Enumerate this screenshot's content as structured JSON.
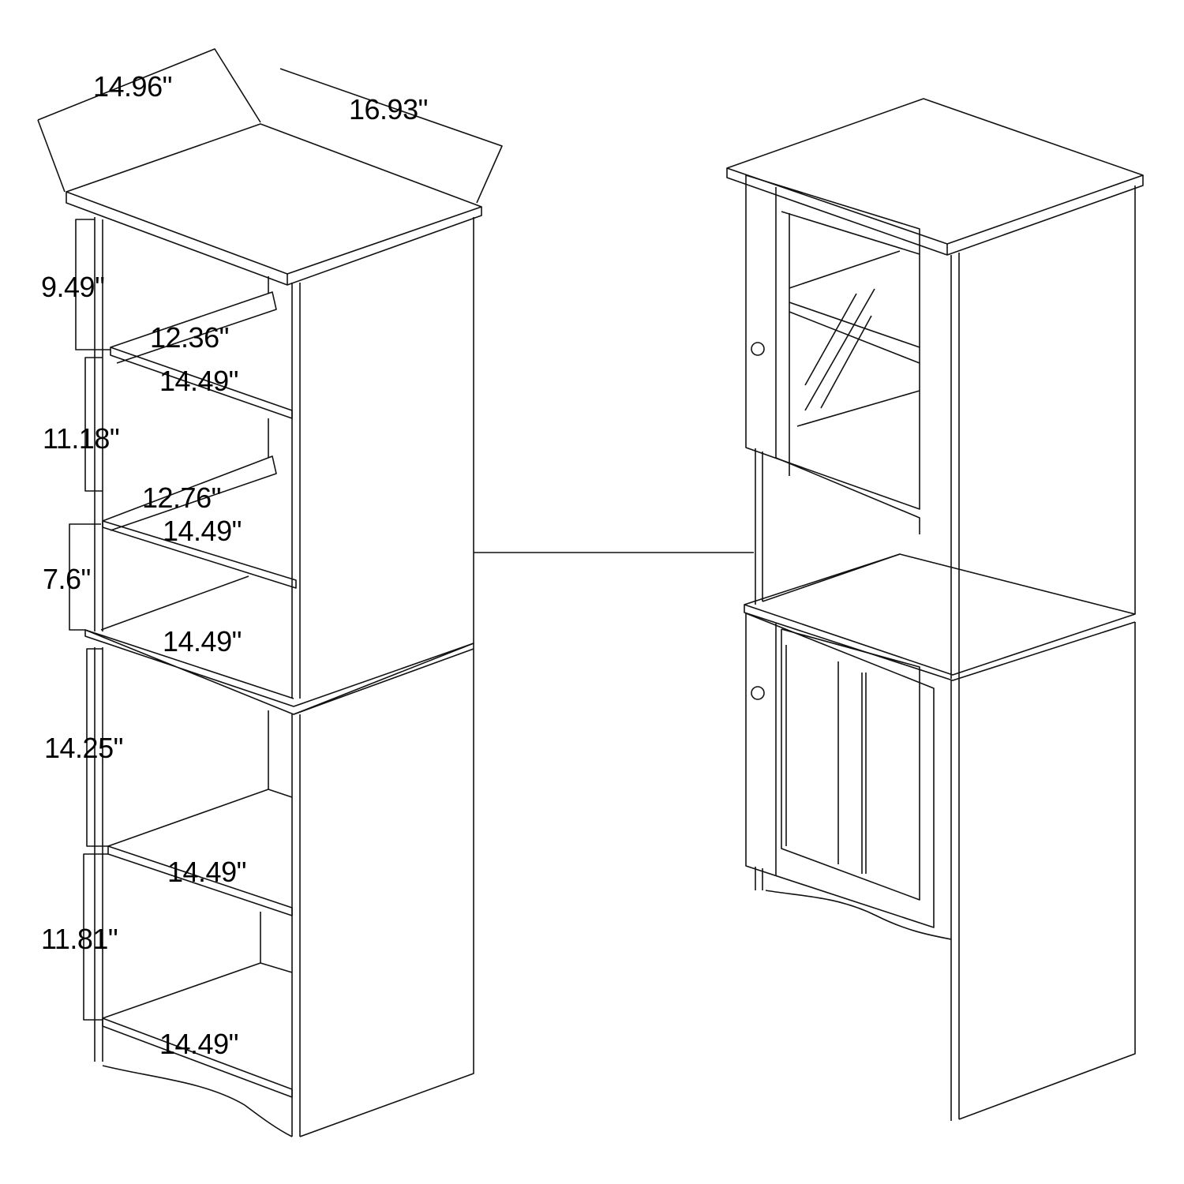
{
  "diagram": {
    "type": "furniture-dimension-drawing",
    "subject": "two-piece cabinet: open shelving view (left) and assembled with doors view (right)",
    "line_color": "#111111",
    "background": "#ffffff"
  },
  "left_view": {
    "top": {
      "depth_label": "14.96\"",
      "width_label": "16.93\""
    },
    "upper_section": {
      "heights": [
        "9.49\"",
        "11.18\"",
        "7.6\""
      ],
      "shelf_depths": [
        "12.36\"",
        "12.76\""
      ],
      "shelf_widths": [
        "14.49\"",
        "14.49\"",
        "14.49\""
      ]
    },
    "lower_section": {
      "heights": [
        "14.25\"",
        "11.81\""
      ],
      "shelf_widths": [
        "14.49\"",
        "14.49\""
      ]
    }
  },
  "right_view": {
    "upper_door": "glass door with knob",
    "lower_door": "panel door with knob"
  }
}
